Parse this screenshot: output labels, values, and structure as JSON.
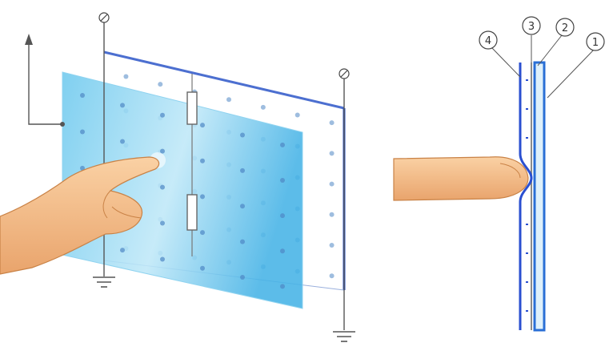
{
  "diagram": {
    "callouts": [
      {
        "id": "layer-4",
        "label": "4"
      },
      {
        "id": "layer-3",
        "label": "3"
      },
      {
        "id": "layer-2",
        "label": "2"
      },
      {
        "id": "layer-1",
        "label": "1"
      }
    ],
    "colors": {
      "glass_panel": "#5bc0ea",
      "conductive_layer": "#2a6fd6",
      "electrode": "#4c6fd0",
      "dot": "#4f87c4",
      "wire": "#555555",
      "resistor": "#666666",
      "skin": "#f4b984",
      "skin_shadow": "#d9925a"
    },
    "icons": [
      "arrow-up-icon",
      "ground-icon",
      "probe-terminal-icon",
      "resistor-icon",
      "finger-illustration"
    ]
  }
}
